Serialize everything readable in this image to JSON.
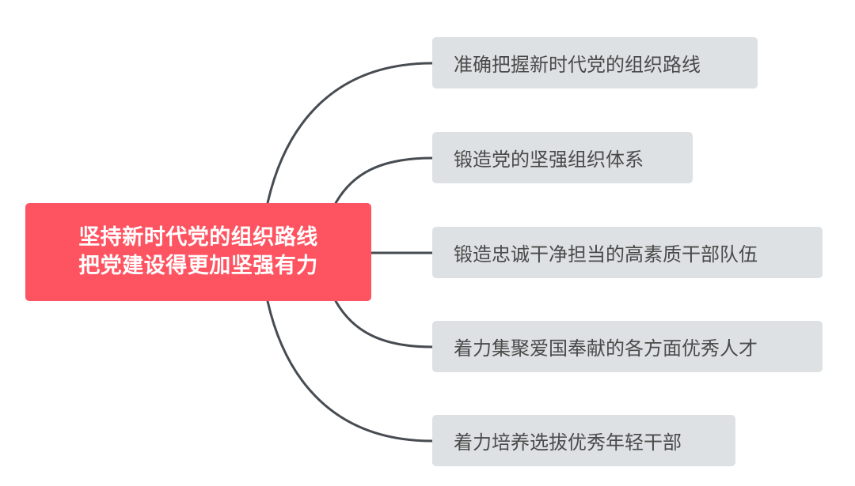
{
  "mindmap": {
    "root": {
      "lines": [
        "坚持新时代党的组织路线",
        "把党建设得更加坚强有力"
      ],
      "color": "#fe5461",
      "text_color": "#ffffff"
    },
    "children": [
      {
        "label": "准确把握新时代党的组织路线"
      },
      {
        "label": "锻造党的坚强组织体系"
      },
      {
        "label": "锻造忠诚干净担当的高素质干部队伍"
      },
      {
        "label": "着力集聚爱国奉献的各方面优秀人才"
      },
      {
        "label": "着力培养选拔优秀年轻干部"
      }
    ],
    "child_color": "#dde1e3",
    "child_text_color": "#4a4a4a",
    "connector_color": "#474c52"
  }
}
